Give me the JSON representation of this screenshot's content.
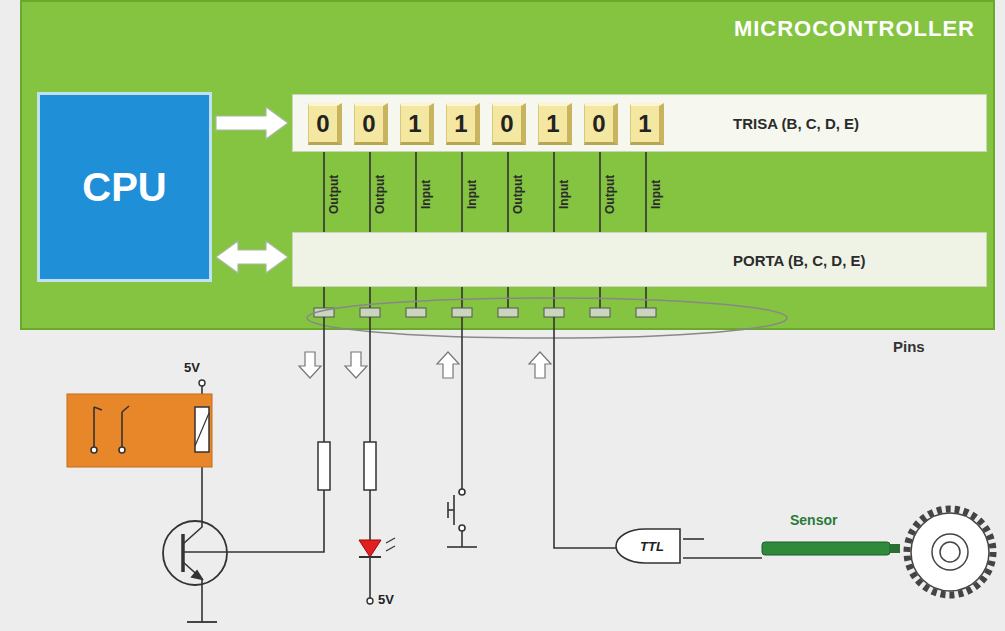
{
  "diagram": {
    "nodes": [
      {
        "text": [
          "MICROCONTROLLER"
        ]
      },
      {
        "text": [
          "CPU"
        ],
        "in": 0
      },
      {
        "text": [
          "TRISA (B, C, D, E)"
        ],
        "in": 0
      },
      {
        "text": [
          "0"
        ],
        "in": 2
      },
      {
        "text": [
          "0"
        ],
        "in": 2
      },
      {
        "text": [
          "1"
        ],
        "in": 2
      },
      {
        "text": [
          "1"
        ],
        "in": 2
      },
      {
        "text": [
          "0"
        ],
        "in": 2
      },
      {
        "text": [
          "1"
        ],
        "in": 2
      },
      {
        "text": [
          "0"
        ],
        "in": 2
      },
      {
        "text": [
          "1"
        ],
        "in": 2
      },
      {
        "text": [
          "PORTA (B, C, D, E)"
        ],
        "in": 0
      },
      {
        "text": [
          "TTL"
        ]
      }
    ],
    "edges": [
      {
        "from": 1,
        "to": 2,
        "arrow": "to"
      },
      {
        "from": 1,
        "to": 11,
        "arrow": "both"
      }
    ],
    "labels": [
      "Output",
      "Output",
      "Input",
      "Input",
      "Output",
      "Input",
      "Output",
      "Input",
      "Pins",
      "5V",
      "5V",
      "Sensor"
    ]
  }
}
